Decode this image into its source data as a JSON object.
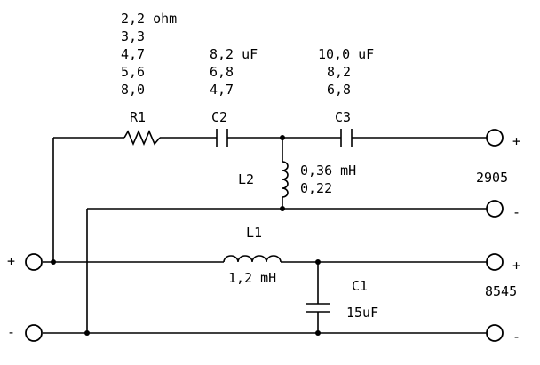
{
  "components": {
    "R1": {
      "name": "R1",
      "values": [
        "2,2 ohm",
        "3,3",
        "4,7",
        "5,6",
        "8,0"
      ]
    },
    "C2": {
      "name": "C2",
      "values": [
        "8,2 uF",
        "6,8",
        "4,7"
      ]
    },
    "C3": {
      "name": "C3",
      "values": [
        "10,0 uF",
        "8,2",
        "6,8"
      ]
    },
    "L2": {
      "name": "L2",
      "values": [
        "0,36 mH",
        "0,22"
      ]
    },
    "L1": {
      "name": "L1",
      "value": "1,2 mH"
    },
    "C1": {
      "name": "C1",
      "value": "15uF"
    }
  },
  "outputs": {
    "tweeter": {
      "label": "2905",
      "plus": "+",
      "minus": "-"
    },
    "woofer": {
      "label": "8545",
      "plus": "+",
      "minus": "-"
    }
  },
  "input": {
    "plus": "+",
    "minus": "-"
  }
}
